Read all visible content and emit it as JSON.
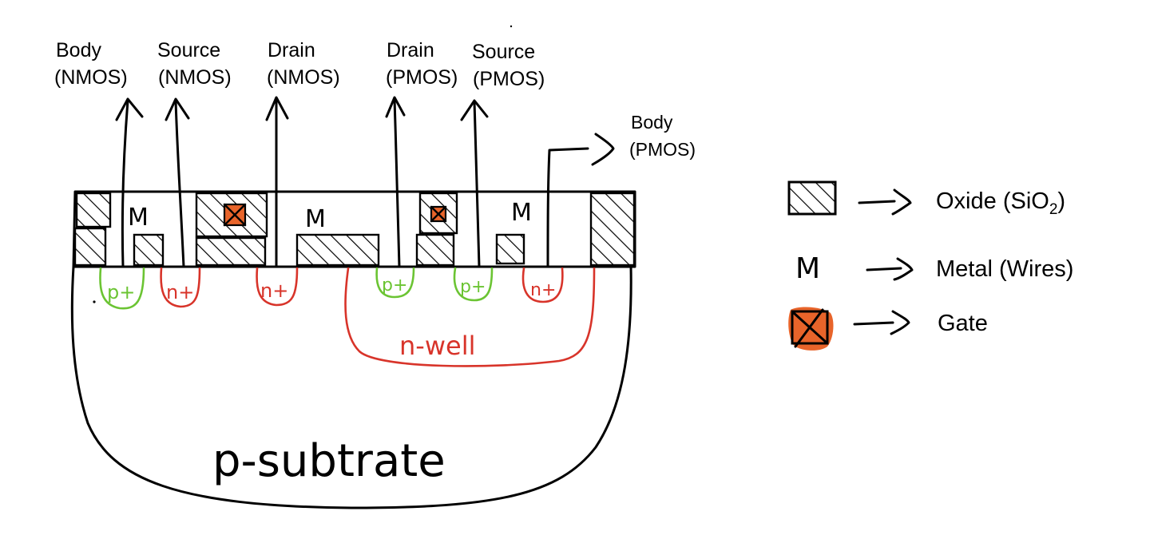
{
  "terminals": [
    {
      "line1": "Body",
      "line2": "(NMOS)"
    },
    {
      "line1": "Source",
      "line2": "(NMOS)"
    },
    {
      "line1": "Drain",
      "line2": "(NMOS)"
    },
    {
      "line1": "Drain",
      "line2": "(PMOS)"
    },
    {
      "line1": "Source",
      "line2": "(PMOS)"
    },
    {
      "line1": "Body",
      "line2": "(PMOS)"
    }
  ],
  "regions": {
    "p_plus_1": "p+",
    "n_plus_1": "n+",
    "n_plus_2": "n+",
    "p_plus_2": "p+",
    "p_plus_3": "p+",
    "n_plus_3": "n+",
    "n_well": "n-well",
    "substrate": "p-subtrate"
  },
  "metal_marks": [
    "M",
    "M",
    "M"
  ],
  "legend": {
    "oxide": {
      "label": "Oxide (SiO",
      "subscript": "2",
      "suffix": ")"
    },
    "metal": {
      "symbol": "M",
      "label": "Metal (Wires)"
    },
    "gate": {
      "label": "Gate"
    }
  },
  "colors": {
    "ink": "#000000",
    "n_doped": "#d8342a",
    "p_doped": "#6bc433",
    "gate": "#e8642a"
  },
  "icons": {
    "oxide_swatch": "hatched-square-icon",
    "gate_swatch": "orange-x-square-icon",
    "arrow": "right-arrow-icon"
  }
}
